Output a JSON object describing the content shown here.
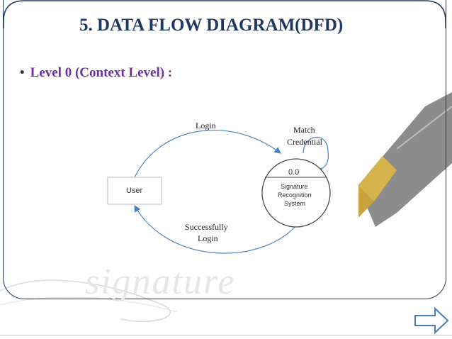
{
  "slide": {
    "title": "5. DATA FLOW DIAGRAM(DFD)",
    "bullet": "Level 0 (Context Level) :"
  },
  "diagram": {
    "entity": "User",
    "process": {
      "id": "0.0",
      "name_line1": "Signature",
      "name_line2": "Recognition",
      "name_line3": "System"
    },
    "flows": {
      "top": "Login",
      "self_line1": "Match",
      "self_line2": "Credential",
      "bottom_line1": "Successfully",
      "bottom_line2": "Login"
    }
  },
  "colors": {
    "title": "#1f3864",
    "bullet": "#7030a0",
    "flow_line": "#4f81bd",
    "frame": "#1f3a60"
  },
  "icons": {
    "next": "right-arrow-icon",
    "pen": "fountain-pen-icon"
  }
}
